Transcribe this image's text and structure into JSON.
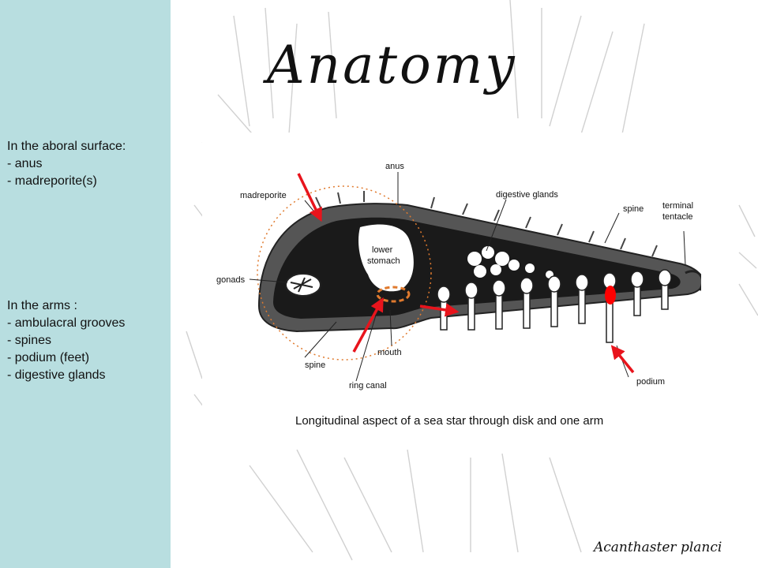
{
  "title": "Anatomy",
  "footer": "Acanthaster planci",
  "sidebar": {
    "aboral": {
      "heading": "In the aboral surface:",
      "items": [
        "- anus",
        "- madreporite(s)"
      ]
    },
    "arms": {
      "heading": "In the arms :",
      "items": [
        "- ambulacral grooves",
        "- spines",
        "- podium (feet)",
        "- digestive glands"
      ]
    }
  },
  "diagram": {
    "labels": {
      "anus": "anus",
      "madreporite": "madreporite",
      "digestive_glands": "digestive glands",
      "spine_top": "spine",
      "terminal_tentacle_1": "terminal",
      "terminal_tentacle_2": "tentacle",
      "lower_stomach_1": "lower",
      "lower_stomach_2": "stomach",
      "gonads": "gonads",
      "spine_bottom": "spine",
      "mouth": "mouth",
      "ring_canal": "ring canal",
      "podium": "podium"
    },
    "caption": "Longitudinal aspect of a sea star through disk and one arm"
  },
  "colors": {
    "sidebar_bg": "#b8dee0",
    "arrow": "#e8141c",
    "dotted_circle": "#e07a2e",
    "marker": "#ff0000"
  }
}
